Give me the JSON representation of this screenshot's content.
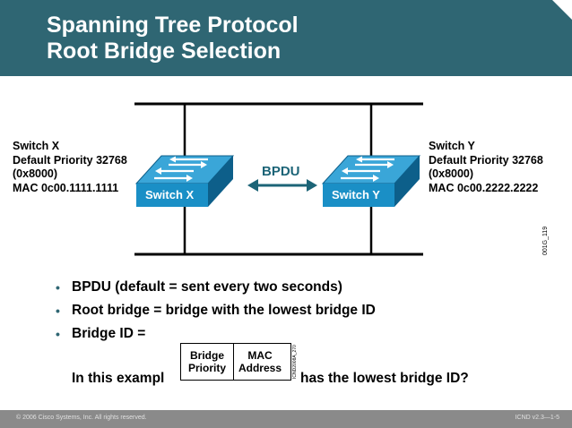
{
  "header": {
    "title_line1": "Spanning Tree Protocol",
    "title_line2": "Root Bridge Selection"
  },
  "switch_x": {
    "name": "Switch X",
    "line1": "Switch X",
    "line2": "Default Priority 32768",
    "line3": "(0x8000)",
    "line4": "MAC 0c00.1111.1111"
  },
  "switch_y": {
    "name": "Switch Y",
    "line1": "Switch Y",
    "line2": "Default Priority 32768",
    "line3": "(0x8000)",
    "line4": "MAC 0c00.2222.2222"
  },
  "bpdu_label": "BPDU",
  "figure_code": "001G_119",
  "bullets": [
    "BPDU (default = sent every two seconds)",
    "Root bridge = bridge with the lowest bridge ID",
    "Bridge ID ="
  ],
  "bridge_id_box": {
    "part1_line1": "Bridge",
    "part1_line2": "Priority",
    "part2_line1": "MAC",
    "part2_line2": "Address",
    "code": "ICND2008A_270"
  },
  "question": {
    "before": "In this exampl",
    "after": "has the lowest bridge ID?"
  },
  "footer": {
    "copyright": "© 2006 Cisco Systems, Inc. All rights reserved.",
    "page": "ICND v2.3—1-5"
  },
  "colors": {
    "header_bg": "#2f6673",
    "switch_front": "#1a8fc6",
    "switch_top": "#3aa6d8",
    "switch_side": "#0d5f8a",
    "accent_text": "#1c6477"
  }
}
